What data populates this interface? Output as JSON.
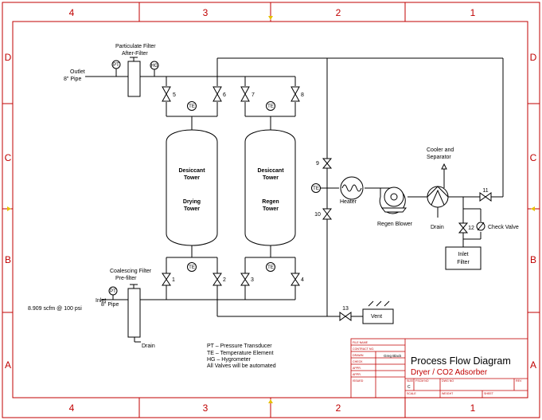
{
  "frame": {
    "col_labels": [
      "4",
      "3",
      "2",
      "1"
    ],
    "row_labels": [
      "D",
      "C",
      "B",
      "A"
    ]
  },
  "labels": {
    "particulate_filter": "Particulate Filter",
    "after_filter": "After-Filter",
    "outlet": "Outlet",
    "outlet_pipe": "8\" Pipe",
    "coalescing_filter": "Coalescing Filter",
    "pre_filter": "Pre-filter",
    "inlet": "Inlet",
    "inlet_pipe": "8\" Pipe",
    "inlet_flow": "8.909 scfm @ 100 psi",
    "drain_left": "Drain",
    "desiccant_tower_1a": "Desiccant",
    "desiccant_tower_1b": "Tower",
    "drying_tower_a": "Drying",
    "drying_tower_b": "Tower",
    "desiccant_tower_2a": "Desiccant",
    "desiccant_tower_2b": "Tower",
    "regen_tower_a": "Regen",
    "regen_tower_b": "Tower",
    "heater": "Heater",
    "regen_blower": "Regen Blower",
    "cooler": "Cooler and",
    "separator": "Separator",
    "drain_right": "Drain",
    "check_valve": "Check Valve",
    "inlet_filter_a": "Inlet",
    "inlet_filter_b": "Filter",
    "vent": "Vent"
  },
  "instruments": {
    "pt": "PT",
    "hg": "HG",
    "te": "TE"
  },
  "valves": [
    "1",
    "2",
    "3",
    "4",
    "5",
    "6",
    "7",
    "8",
    "9",
    "10",
    "11",
    "12",
    "13"
  ],
  "legend": [
    "PT  –  Pressure Transducer",
    "TE  –  Temperature Element",
    "HG  –  Hygrometer",
    "All Valves will be automated"
  ],
  "title_block": {
    "title": "Process Flow Diagram",
    "subtitle": "Dryer / CO2 Adsorber",
    "drawn_by": "Greg Black",
    "fields": [
      "FILE NAME",
      "CONTRACT NO.",
      "DRAWN",
      "CHECK",
      "APPR.",
      "APPR.",
      "ISSUED"
    ],
    "size_label": "SIZE",
    "size_value": "C",
    "fscm_label": "FSCM NO",
    "dwg_label": "DWG NO",
    "rev_label": "REV",
    "scale_label": "SCALE",
    "weight_label": "WEIGHT",
    "sheet_label": "SHEET"
  },
  "colors": {
    "frame": "#c00000",
    "lines": "#000000"
  }
}
